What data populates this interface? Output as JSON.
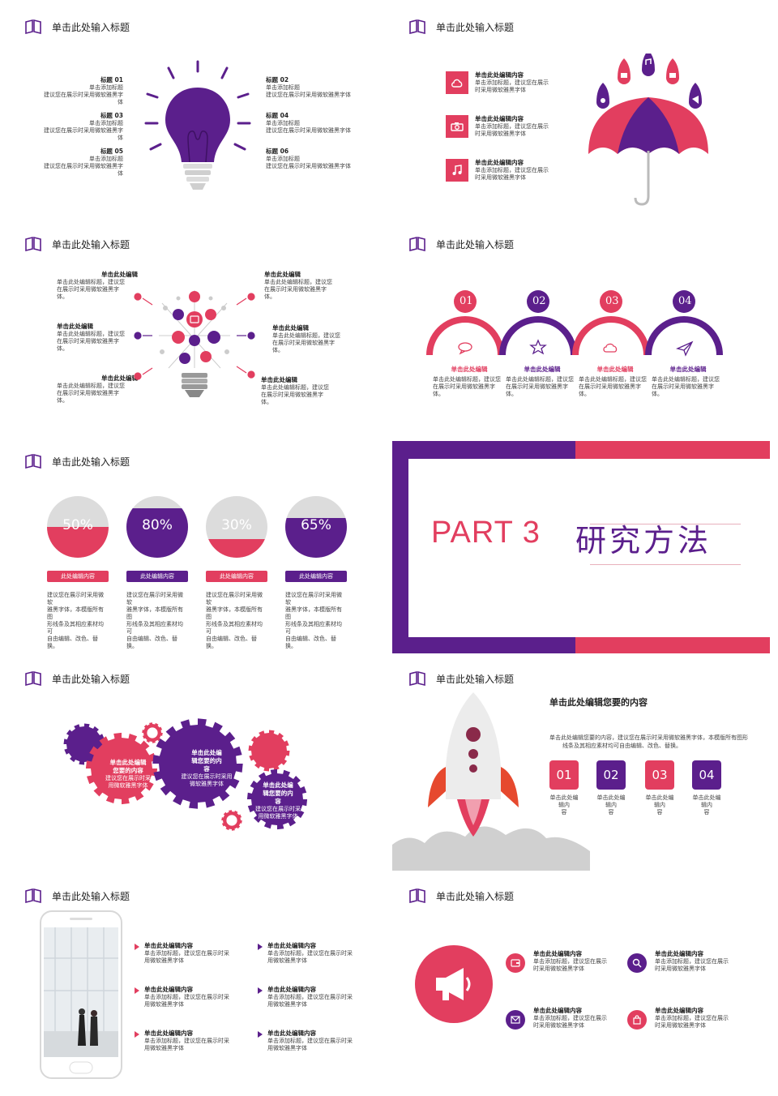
{
  "colors": {
    "purple": "#5b1f8c",
    "pink": "#e23e5f",
    "gray": "#dcdcdc"
  },
  "slide_title": "单击此处输入标题",
  "s1": {
    "items": [
      {
        "title": "标题 01",
        "line1": "单击添加标题",
        "line2": "建议您在展示时采用微软雅黑字",
        "line3": "体"
      },
      {
        "title": "标题 02",
        "line1": "单击添加标题",
        "line2": "建议您在展示时采用微软雅黑字体",
        "line3": ""
      },
      {
        "title": "标题 03",
        "line1": "单击添加标题",
        "line2": "建议您在展示时采用微软雅黑字",
        "line3": "体"
      },
      {
        "title": "标题 04",
        "line1": "单击添加标题",
        "line2": "建议您在展示时采用微软雅黑字体",
        "line3": ""
      },
      {
        "title": "标题 05",
        "line1": "单击添加标题",
        "line2": "建议您在展示时采用微软雅黑字",
        "line3": "体"
      },
      {
        "title": "标题 06",
        "line1": "单击添加标题",
        "line2": "建议您在展示时采用微软雅黑字体",
        "line3": ""
      }
    ]
  },
  "s2": {
    "items": [
      {
        "title": "单击此处编辑内容",
        "line1": "单击添加标题，建议您在展示",
        "line2": "时采用微软雅黑字体",
        "icon": "cloud-icon"
      },
      {
        "title": "单击此处编辑内容",
        "line1": "单击添加标题，建议您在展示",
        "line2": "时采用微软雅黑字体",
        "icon": "camera-icon"
      },
      {
        "title": "单击此处编辑内容",
        "line1": "单击添加标题，建议您在展示",
        "line2": "时采用微软雅黑字体",
        "icon": "music-icon"
      }
    ]
  },
  "s3": {
    "items": [
      {
        "title": "单击此处编辑",
        "line1": "单击此处编辑标题，建议您",
        "line2": "在展示时采用微软雅黑字",
        "line3": "体。"
      },
      {
        "title": "单击此处编辑",
        "line1": "单击此处编辑标题，建议您",
        "line2": "在展示时采用微软雅黑字",
        "line3": "体。"
      },
      {
        "title": "单击此处编辑",
        "line1": "单击此处编辑标题，建议您",
        "line2": "在展示时采用微软雅黑字",
        "line3": "体。"
      },
      {
        "title": "单击此处编辑",
        "line1": "单击此处编辑标题，建议您",
        "line2": "在展示时采用微软雅黑字",
        "line3": "体。"
      },
      {
        "title": "单击此处编辑",
        "line1": "单击此处编辑标题，建议您",
        "line2": "在展示时采用微软雅黑字",
        "line3": "体。"
      },
      {
        "title": "单击此处编辑",
        "line1": "单击此处编辑标题，建议您",
        "line2": "在展示时采用微软雅黑字",
        "line3": "体。"
      }
    ]
  },
  "s4": {
    "steps": [
      {
        "num": "01",
        "title": "单击此处编辑",
        "line1": "单击此处编辑标题，建议您",
        "line2": "在展示时采用微软雅黑字",
        "line3": "体。"
      },
      {
        "num": "02",
        "title": "单击此处编辑",
        "line1": "单击此处编辑标题，建议您",
        "line2": "在展示时采用微软雅黑字",
        "line3": "体。"
      },
      {
        "num": "03",
        "title": "单击此处编辑",
        "line1": "单击此处编辑标题，建议您",
        "line2": "在展示时采用微软雅黑字",
        "line3": "体。"
      },
      {
        "num": "04",
        "title": "单击此处编辑",
        "line1": "单击此处编辑标题，建议您",
        "line2": "在展示时采用微软雅黑字",
        "line3": "体。"
      }
    ]
  },
  "s5": {
    "gauges": [
      {
        "pct": "50%",
        "value": 0.5,
        "tag": "此处编辑内容"
      },
      {
        "pct": "80%",
        "value": 0.8,
        "tag": "此处编辑内容"
      },
      {
        "pct": "30%",
        "value": 0.3,
        "tag": "此处编辑内容"
      },
      {
        "pct": "65%",
        "value": 0.65,
        "tag": "此处编辑内容"
      }
    ],
    "desc": [
      "建议您在展示时采用微软",
      "雅黑字体，本模版所有图",
      "形线条及其相应素材均可",
      "自由编辑、改色、替换。"
    ]
  },
  "s6": {
    "part": "PART 3",
    "method": "研究方法"
  },
  "s7": {
    "gear1": {
      "line1": "单击此处编辑",
      "line2": "您要的内容",
      "line3": "建议您在展示时采",
      "line4": "用微软雅黑字体"
    },
    "gear2": {
      "line1": "单击此处编",
      "line2": "辑您要的内",
      "line3": "容",
      "line4": "建议您在展示时采用",
      "line5": "微软雅黑字体"
    },
    "gear3": {
      "line1": "单击此处编",
      "line2": "辑您要的内",
      "line3": "容",
      "line4": "建议您在展示时采",
      "line5": "用微软雅黑字体"
    }
  },
  "s8": {
    "heading": "单击此处编辑您要的内容",
    "line1": "单击此处编辑您要的内容，建议您在展示时采用微软雅黑字体，本模版所有图形",
    "line2": "线条及其相应素材均可自由编辑、改色、替换。",
    "boxes": [
      {
        "num": "01",
        "l1": "单击此处编辑内",
        "l2": "容"
      },
      {
        "num": "02",
        "l1": "单击此处编辑内",
        "l2": "容"
      },
      {
        "num": "03",
        "l1": "单击此处编辑内",
        "l2": "容"
      },
      {
        "num": "04",
        "l1": "单击此处编辑内",
        "l2": "容"
      }
    ]
  },
  "s9": {
    "items": [
      {
        "title": "单击此处编辑内容",
        "line1": "单击添加标题，建议您在展示时采",
        "line2": "用微软雅黑字体"
      },
      {
        "title": "单击此处编辑内容",
        "line1": "单击添加标题，建议您在展示时采",
        "line2": "用微软雅黑字体"
      },
      {
        "title": "单击此处编辑内容",
        "line1": "单击添加标题，建议您在展示时采",
        "line2": "用微软雅黑字体"
      },
      {
        "title": "单击此处编辑内容",
        "line1": "单击添加标题，建议您在展示时采",
        "line2": "用微软雅黑字体"
      },
      {
        "title": "单击此处编辑内容",
        "line1": "单击添加标题，建议您在展示时采",
        "line2": "用微软雅黑字体"
      },
      {
        "title": "单击此处编辑内容",
        "line1": "单击添加标题，建议您在展示时采",
        "line2": "用微软雅黑字体"
      }
    ]
  },
  "s10": {
    "items": [
      {
        "title": "单击此处编辑内容",
        "line1": "单击添加标题，建议您在展示",
        "line2": "时采用微软雅黑字体"
      },
      {
        "title": "单击此处编辑内容",
        "line1": "单击添加标题，建议您在展示",
        "line2": "时采用微软雅黑字体"
      },
      {
        "title": "单击此处编辑内容",
        "line1": "单击添加标题，建议您在展示",
        "line2": "时采用微软雅黑字体"
      },
      {
        "title": "单击此处编辑内容",
        "line1": "单击添加标题，建议您在展示",
        "line2": "时采用微软雅黑字体"
      }
    ]
  }
}
